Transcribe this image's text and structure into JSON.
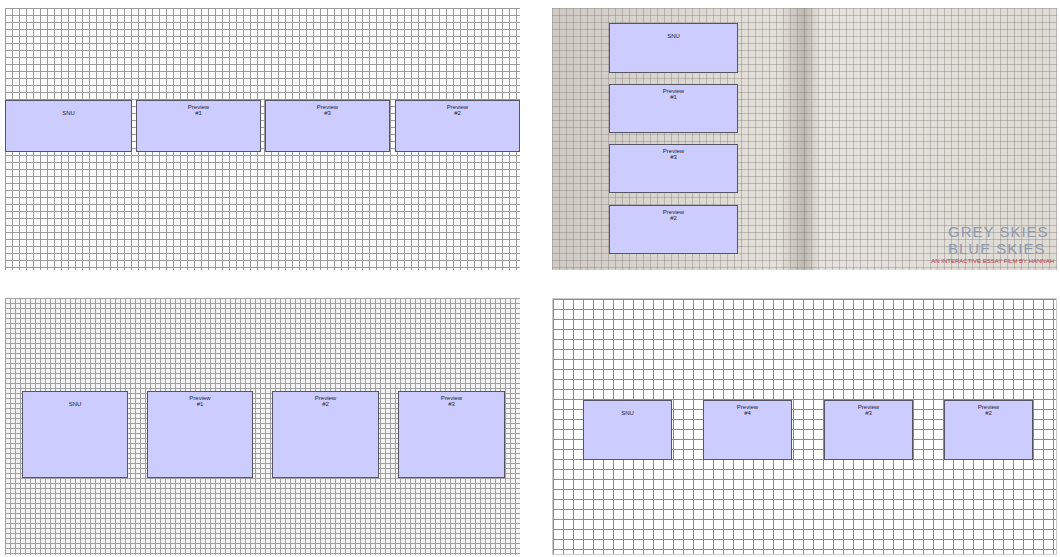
{
  "diagram": {
    "nodes": [
      {
        "text": [
          "SNU"
        ]
      },
      {
        "text": [
          "Preview #1"
        ]
      },
      {
        "text": [
          "Preview #3"
        ]
      },
      {
        "text": [
          "Preview #2"
        ]
      },
      {
        "text": [
          "SNU"
        ]
      },
      {
        "text": [
          "Preview #1"
        ]
      },
      {
        "text": [
          "Preview #3"
        ]
      },
      {
        "text": [
          "Preview #2"
        ]
      },
      {
        "text": [
          "SNU"
        ]
      },
      {
        "text": [
          "Preview #1"
        ]
      },
      {
        "text": [
          "Preview #2"
        ]
      },
      {
        "text": [
          "Preview #3"
        ]
      },
      {
        "text": [
          "SNU"
        ]
      },
      {
        "text": [
          "Preview #4"
        ]
      },
      {
        "text": [
          "Preview #3"
        ]
      },
      {
        "text": [
          "Preview #2"
        ]
      }
    ],
    "labels": [
      "GREY SKIES",
      "BLUE SKIES",
      "AN INTERACTIVE ESSAY FILM BY HANNAH"
    ]
  }
}
